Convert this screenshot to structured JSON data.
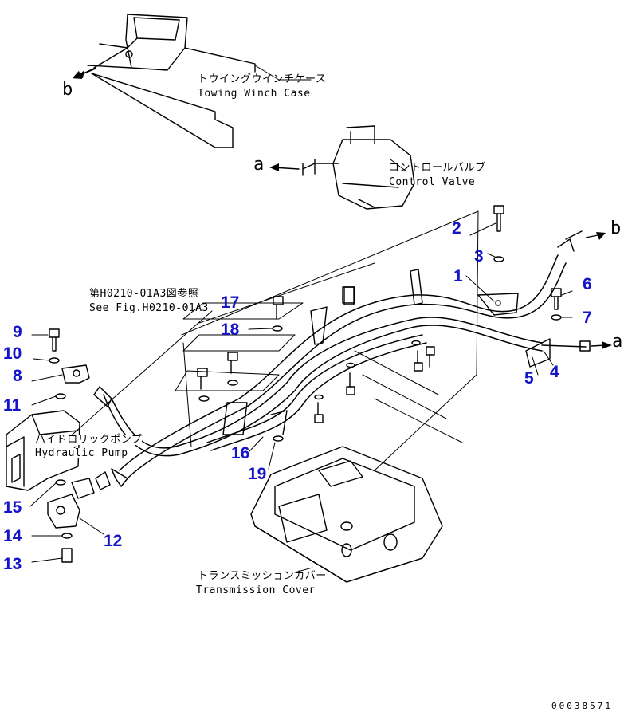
{
  "figure_ref": {
    "ja": "第H0210-01A3図参照",
    "en": "See Fig.H0210-01A3"
  },
  "labels": {
    "towing_winch_ja": "トウイングウインチケース",
    "towing_winch_en": "Towing Winch Case",
    "control_valve_ja": "コントロールバルブ",
    "control_valve_en": "Control Valve",
    "hydraulic_pump_ja": "ハイドロリックポンプ",
    "hydraulic_pump_en": "Hydraulic Pump",
    "transmission_ja": "トランスミッションカバー",
    "transmission_en": "Transmission Cover"
  },
  "connection_letters": {
    "a_top": "a",
    "a_right": "a",
    "b_top": "b",
    "b_right": "b"
  },
  "callouts": {
    "c1": "1",
    "c2": "2",
    "c3": "3",
    "c4": "4",
    "c5": "5",
    "c6": "6",
    "c7": "7",
    "c8": "8",
    "c9": "9",
    "c10": "10",
    "c11": "11",
    "c12": "12",
    "c13": "13",
    "c14": "14",
    "c15": "15",
    "c16": "16",
    "c17": "17",
    "c18": "18",
    "c19": "19"
  },
  "drawing_number": "00038571",
  "colors": {
    "callout": "#1414c8",
    "line": "#000000",
    "background": "#ffffff"
  }
}
